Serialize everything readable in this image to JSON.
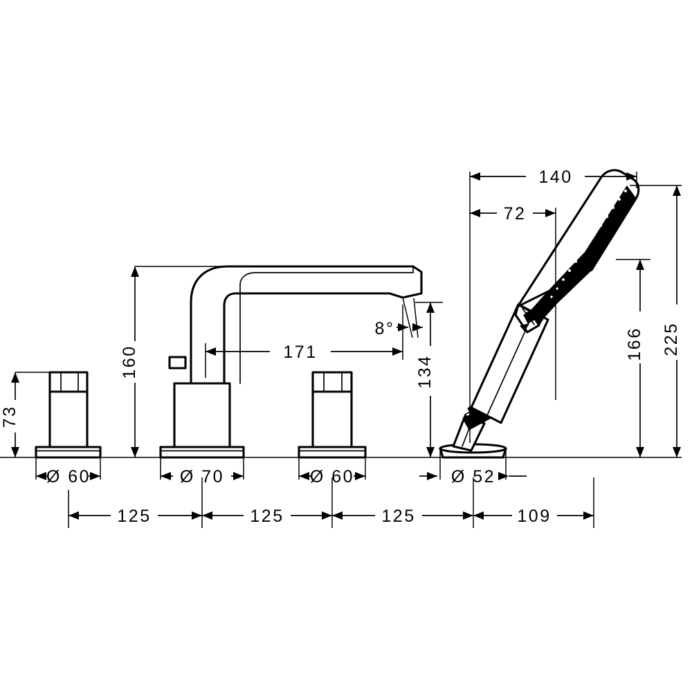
{
  "drawing": {
    "title": "Bath tub mixer 4-hole rim mounted dimension drawing",
    "type": "technical-dimension-drawing",
    "units": "mm",
    "line_color": "#000000",
    "background_color": "#ffffff",
    "fill_color": "#ffffff"
  },
  "dimensions": {
    "spout_height_160": "160",
    "handle_height_73": "73",
    "spout_reach_171": "171",
    "spout_outlet_height_134": "134",
    "spout_outlet_angle": "8°",
    "handshower_length_140": "140",
    "handshower_grip_72": "72",
    "handshower_height_166": "166",
    "overall_height_225": "225",
    "handle_base_dia_left": "Ø 60",
    "spout_base_dia": "Ø 70",
    "handle_base_dia_right": "Ø 60",
    "handshower_base_dia": "Ø 52",
    "spacing_1": "125",
    "spacing_2": "125",
    "spacing_3": "125",
    "spacing_4": "109"
  },
  "components": {
    "left_handle": "left-control-handle",
    "spout": "bath-spout",
    "right_handle": "right-control-handle",
    "handshower": "hand-shower",
    "mounting_line": "deck-mounting-surface"
  }
}
